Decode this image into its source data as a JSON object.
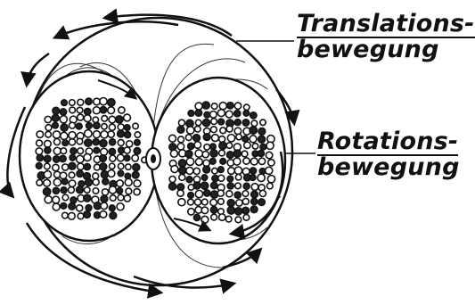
{
  "labels": {
    "translation_line1": "Translations-",
    "translation_line2": "bewegung",
    "rotation_line1": "Rotations-",
    "rotation_line2": "bewegung"
  },
  "colors": {
    "ink": "#111111",
    "background": "#ffffff"
  }
}
